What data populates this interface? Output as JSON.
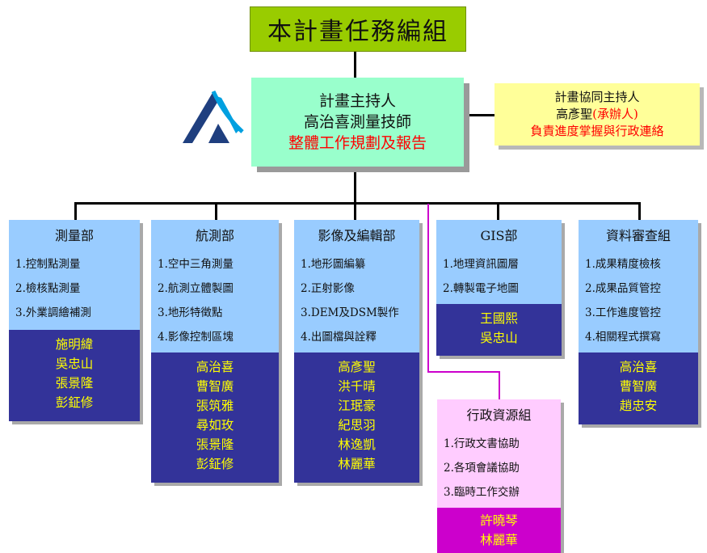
{
  "title": "本計畫任務編組",
  "pi": {
    "line1": "計畫主持人",
    "line2": "高治喜測量技師",
    "line3": "整體工作規劃及報告"
  },
  "co_pi": {
    "line1": "計畫協同主持人",
    "name": "高彥聖",
    "role": "(承辦人)",
    "line3": "負責進度掌握與行政連絡"
  },
  "departments": [
    {
      "name": "測量部",
      "tasks": [
        "1.控制點測量",
        "2.檢核點測量",
        "3.外業調繪補測"
      ],
      "staff": [
        "施明緯",
        "吳忠山",
        "張景隆",
        "彭鉦修"
      ]
    },
    {
      "name": "航測部",
      "tasks": [
        "1.空中三角測量",
        "2.航測立體製圖",
        "3.地形特徵點",
        "4.影像控制區塊"
      ],
      "staff": [
        "高治喜",
        "曹智廣",
        "張筑雅",
        "尋如玫",
        "張景隆",
        "彭鉦修"
      ]
    },
    {
      "name": "影像及編輯部",
      "tasks": [
        "1.地形圖編纂",
        "2.正射影像",
        "3.DEM及DSM製作",
        "4.出圖檔與詮釋"
      ],
      "staff": [
        "高彥聖",
        "洪千晴",
        "江珉豪",
        "紀思羽",
        "林逸凱",
        "林麗華"
      ]
    },
    {
      "name": "GIS部",
      "tasks": [
        "1.地理資訊圖層",
        "2.轉製電子地圖"
      ],
      "staff": [
        "王國熙",
        "吳忠山"
      ]
    },
    {
      "name": "資料審查組",
      "tasks": [
        "1.成果精度檢核",
        "2.成果品質管控",
        "3.工作進度管控",
        "4.相關程式撰寫"
      ],
      "staff": [
        "高治喜",
        "曹智廣",
        "趙忠安"
      ]
    }
  ],
  "admin": {
    "name": "行政資源組",
    "tasks": [
      "1.行政文書協助",
      "2.各項會議協助",
      "3.臨時工作交辦"
    ],
    "staff": [
      "許曉琴",
      "林麗華"
    ]
  },
  "colors": {
    "title_bg": "#99cc00",
    "pi_bg": "#99ffcc",
    "co_pi_bg": "#ffff99",
    "dept_bg": "#99ccff",
    "staff_bg": "#333399",
    "staff_text": "#ffff00",
    "admin_bg": "#ffccff",
    "admin_staff_bg": "#cc00cc",
    "highlight_text": "#ff0000",
    "admin_connector": "#cc00cc"
  },
  "logo_icon": "stylized-triangle-logo-icon"
}
